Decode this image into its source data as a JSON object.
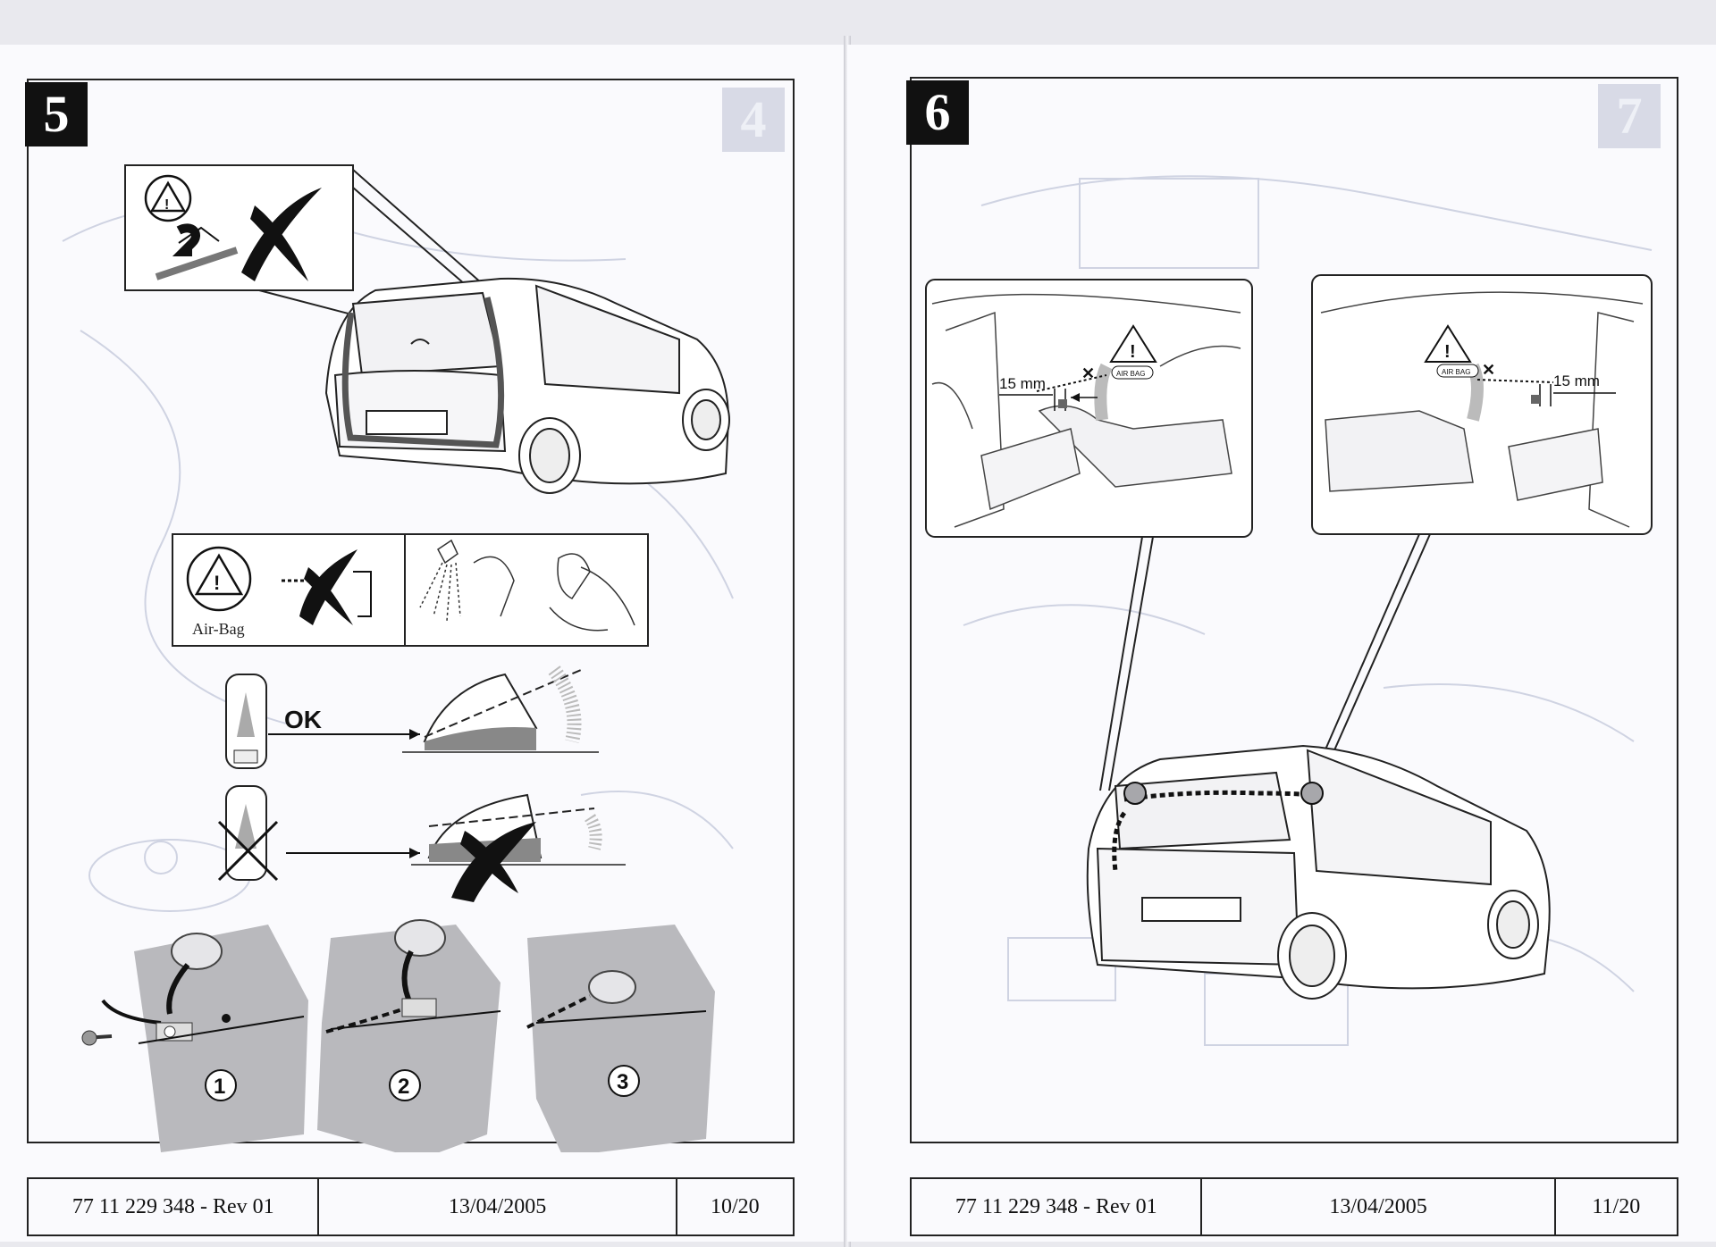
{
  "left": {
    "step_number": "5",
    "ghost_step": "4",
    "ok_label": "OK",
    "airbag_label": "Air-Bag",
    "steps": [
      "1",
      "2",
      "3"
    ],
    "footer": {
      "ref": "77 11 229 348 - Rev 01",
      "date": "13/04/2005",
      "page": "10/20"
    }
  },
  "right": {
    "step_number": "6",
    "ghost_step": "7",
    "distance_left": "15 mm",
    "distance_right": "15 mm",
    "airbag_tag": "AIR BAG",
    "footer": {
      "ref": "77 11 229 348 - Rev 01",
      "date": "13/04/2005",
      "page": "11/20"
    }
  }
}
